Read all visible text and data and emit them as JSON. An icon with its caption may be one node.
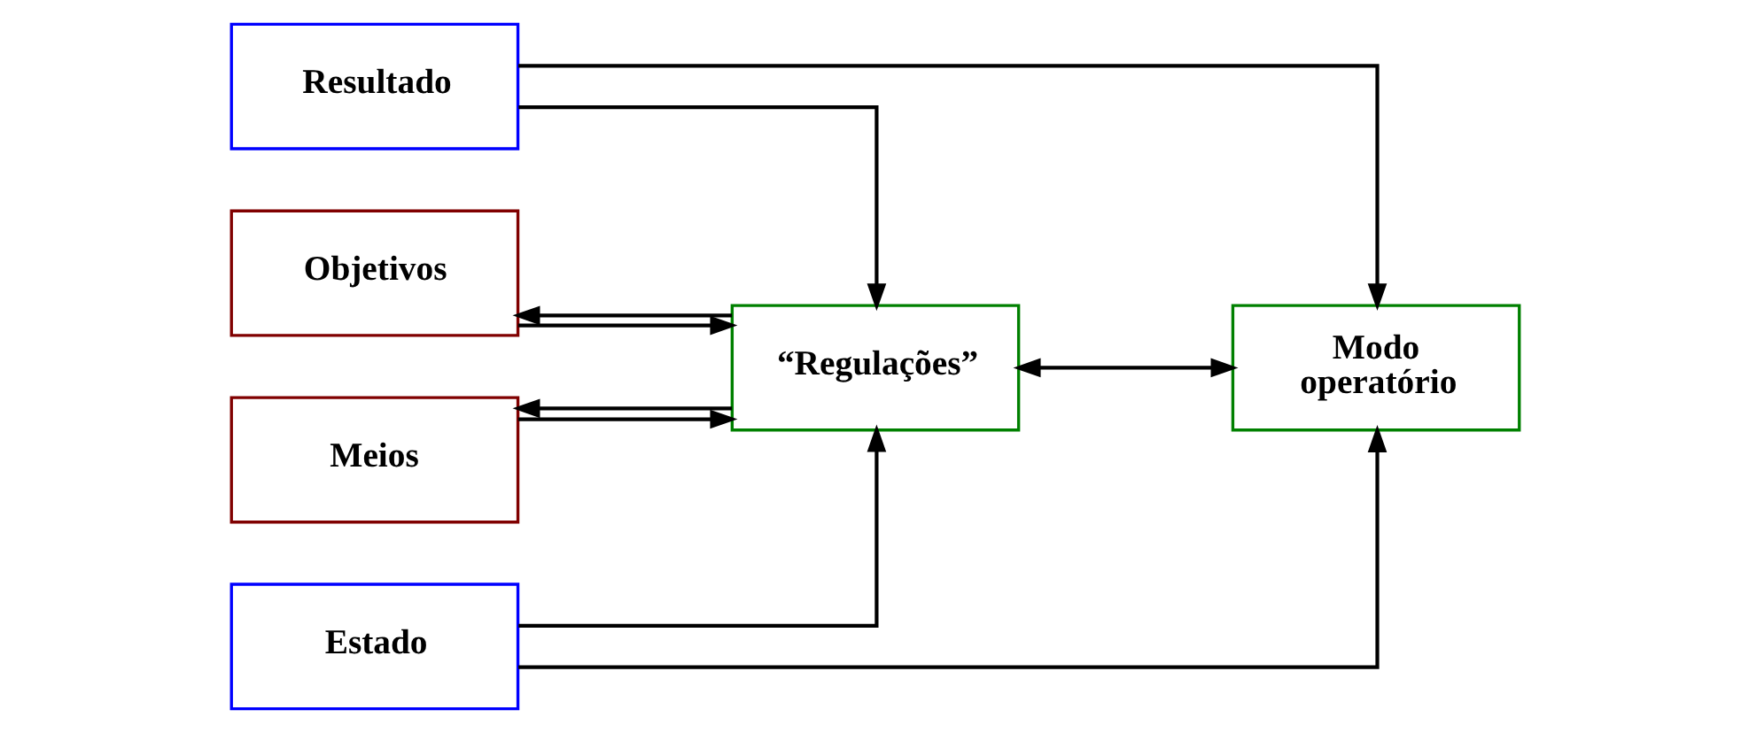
{
  "diagram": {
    "nodes": [
      {
        "text": [
          "Resultado"
        ]
      },
      {
        "text": [
          "Objetivos"
        ]
      },
      {
        "text": [
          "Meios"
        ]
      },
      {
        "text": [
          "Estado"
        ]
      },
      {
        "text": [
          "“Regulações”"
        ]
      },
      {
        "text": [
          "Modo operatório"
        ]
      }
    ],
    "edges": [
      {
        "from": 0,
        "to": 5,
        "arrow": "to"
      },
      {
        "from": 0,
        "to": 4,
        "arrow": "to"
      },
      {
        "from": 1,
        "to": 4,
        "arrow": "to"
      },
      {
        "from": 4,
        "to": 1,
        "arrow": "to"
      },
      {
        "from": 4,
        "to": 2,
        "arrow": "to"
      },
      {
        "from": 2,
        "to": 4,
        "arrow": "to"
      },
      {
        "from": 3,
        "to": 4,
        "arrow": "to"
      },
      {
        "from": 4,
        "to": 5,
        "arrow": "both"
      },
      {
        "from": 3,
        "to": 5,
        "arrow": "to"
      }
    ]
  }
}
